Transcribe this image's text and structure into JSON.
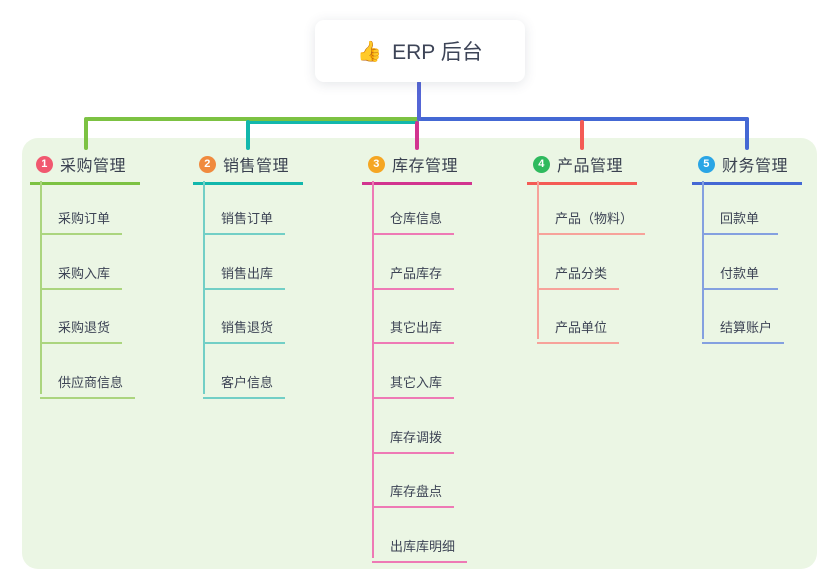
{
  "root": {
    "icon": "👍",
    "label": "ERP 后台"
  },
  "colors": {
    "stem": "#5566d6",
    "panel_bg": "#ebf6e4",
    "card_bg": "#ffffff",
    "text": "#3d4455"
  },
  "branches": [
    {
      "badge": "1",
      "badge_color": "#f1586f",
      "color": "#7cc242",
      "light_color": "#abd57e",
      "label": "采购管理",
      "children": [
        "采购订单",
        "采购入库",
        "采购退货",
        "供应商信息"
      ]
    },
    {
      "badge": "2",
      "badge_color": "#f08a3e",
      "color": "#12b7ac",
      "light_color": "#72cfc6",
      "label": "销售管理",
      "children": [
        "销售订单",
        "销售出库",
        "销售退货",
        "客户信息"
      ]
    },
    {
      "badge": "3",
      "badge_color": "#f5a623",
      "color": "#d2348f",
      "light_color": "#ee79b5",
      "label": "库存管理",
      "children": [
        "仓库信息",
        "产品库存",
        "其它出库",
        "其它入库",
        "库存调拨",
        "库存盘点",
        "出库库明细"
      ]
    },
    {
      "badge": "4",
      "badge_color": "#2fba5e",
      "color": "#f45b55",
      "light_color": "#f7a29a",
      "label": "产品管理",
      "children": [
        "产品（物料）",
        "产品分类",
        "产品单位"
      ]
    },
    {
      "badge": "5",
      "badge_color": "#2aa5e5",
      "color": "#4468d4",
      "light_color": "#84a0e0",
      "label": "财务管理",
      "children": [
        "回款单",
        "付款单",
        "结算账户"
      ]
    }
  ]
}
